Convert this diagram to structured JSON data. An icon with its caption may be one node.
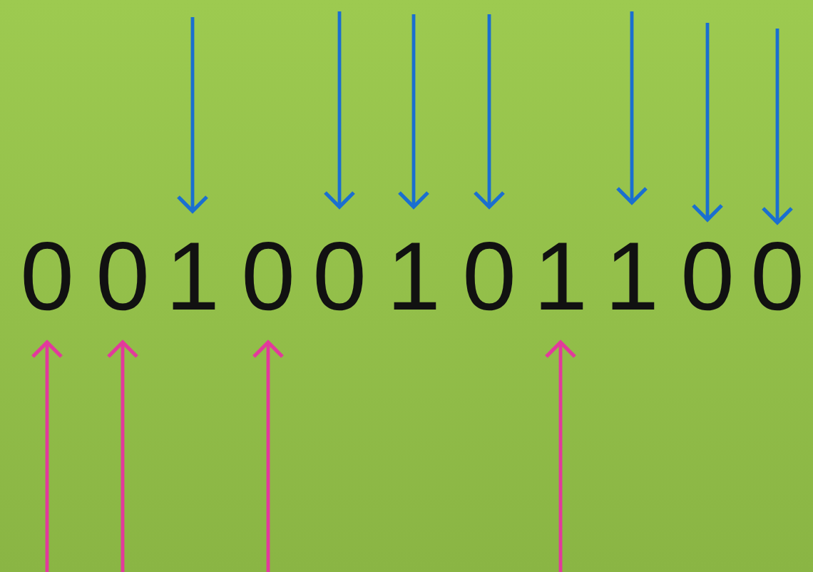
{
  "diagram": {
    "nodes": [
      {
        "text": [
          "0"
        ]
      },
      {
        "text": [
          "0"
        ]
      },
      {
        "text": [
          "1"
        ]
      },
      {
        "text": [
          "0"
        ]
      },
      {
        "text": [
          "0"
        ]
      },
      {
        "text": [
          "1"
        ]
      },
      {
        "text": [
          "0"
        ]
      },
      {
        "text": [
          "1"
        ]
      },
      {
        "text": [
          "1"
        ]
      },
      {
        "text": [
          "0"
        ]
      },
      {
        "text": [
          "0"
        ]
      }
    ],
    "edges": [
      {
        "from": null,
        "to": 2,
        "arrow": "to"
      },
      {
        "from": null,
        "to": 4,
        "arrow": "to"
      },
      {
        "from": null,
        "to": 5,
        "arrow": "to"
      },
      {
        "from": null,
        "to": 6,
        "arrow": "to"
      },
      {
        "from": null,
        "to": 8,
        "arrow": "to"
      },
      {
        "from": null,
        "to": 9,
        "arrow": "to"
      },
      {
        "from": null,
        "to": 10,
        "arrow": "to"
      },
      {
        "from": null,
        "to": 0,
        "arrow": "to",
        "color": "#e23a9c"
      },
      {
        "from": null,
        "to": 1,
        "arrow": "to",
        "color": "#e23a9c"
      },
      {
        "from": null,
        "to": 3,
        "arrow": "to",
        "color": "#e23a9c"
      },
      {
        "from": null,
        "to": 7,
        "arrow": "to",
        "color": "#e23a9c"
      }
    ]
  }
}
